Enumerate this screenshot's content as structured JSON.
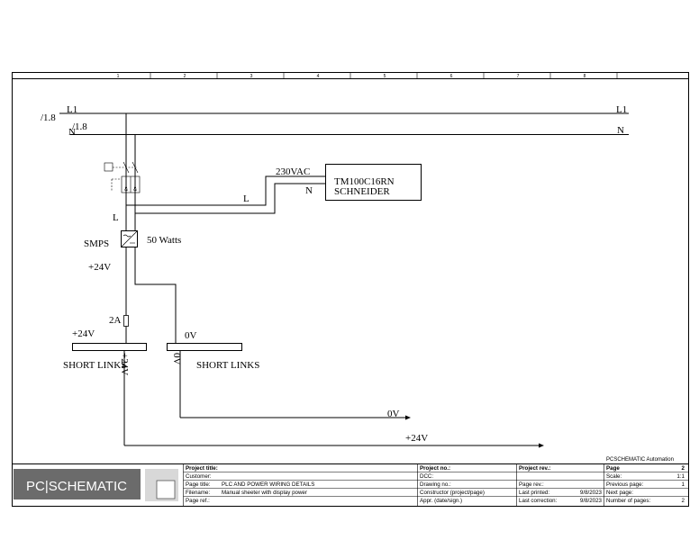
{
  "ruler": {
    "columns": [
      "1",
      "2",
      "3",
      "4",
      "5",
      "6",
      "7",
      "8"
    ]
  },
  "supply": {
    "l1_label": "L1",
    "n_label": "N",
    "l1_ref": "/1.8",
    "n_ref": "/1.8",
    "l1_label_right": "L1",
    "n_label_right": "N"
  },
  "display": {
    "voltage": "230VAC",
    "model": "TM100C16RN",
    "brand": "SCHNEIDER",
    "l_label": "L",
    "n_label": "N"
  },
  "smps": {
    "label": "SMPS",
    "power": "50 Watts",
    "input_label": "L",
    "output_label": "+24V"
  },
  "fuse": {
    "rating": "2A"
  },
  "terminals": {
    "left_label": "+24V",
    "left_name": "SHORT LINKS",
    "left_wire": "+24V",
    "right_label": "0V",
    "right_name": "SHORT LINKS",
    "right_wire": "0V"
  },
  "outputs": {
    "zero_v": "0V",
    "plus_24v": "+24V"
  },
  "title_block": {
    "brand_text": "PC|SCHEMATIC",
    "company": "PCSCHEMATIC Automation",
    "project_title_label": "Project title:",
    "customer_label": "Customer:",
    "page_title_label": "Page title:",
    "page_title_value": "PLC AND POWER WIRING DETAILS",
    "filename_label": "Filename:",
    "filename_value": "Manual sheeter with display power",
    "page_ref_label": "Page ref.:",
    "project_no_label": "Project no.:",
    "dcc_label": "DCC:",
    "drawing_no_label": "Drawing no.:",
    "constructor_label": "Constructor (project/page)",
    "appr_label": "Appr. (date/sign.)",
    "project_rev_label": "Project rev.:",
    "page_rev_label": "Page rev.:",
    "last_printed_label": "Last printed:",
    "last_printed_value": "9/8/2023",
    "last_correction_label": "Last correction:",
    "last_correction_value": "9/8/2023",
    "page_label": "Page",
    "page_value": "2",
    "scale_label": "Scale:",
    "scale_value": "1:1",
    "prev_page_label": "Previous page:",
    "prev_page_value": "1",
    "next_page_label": "Next page:",
    "next_page_value": "",
    "num_pages_label": "Number of pages:",
    "num_pages_value": "2"
  }
}
